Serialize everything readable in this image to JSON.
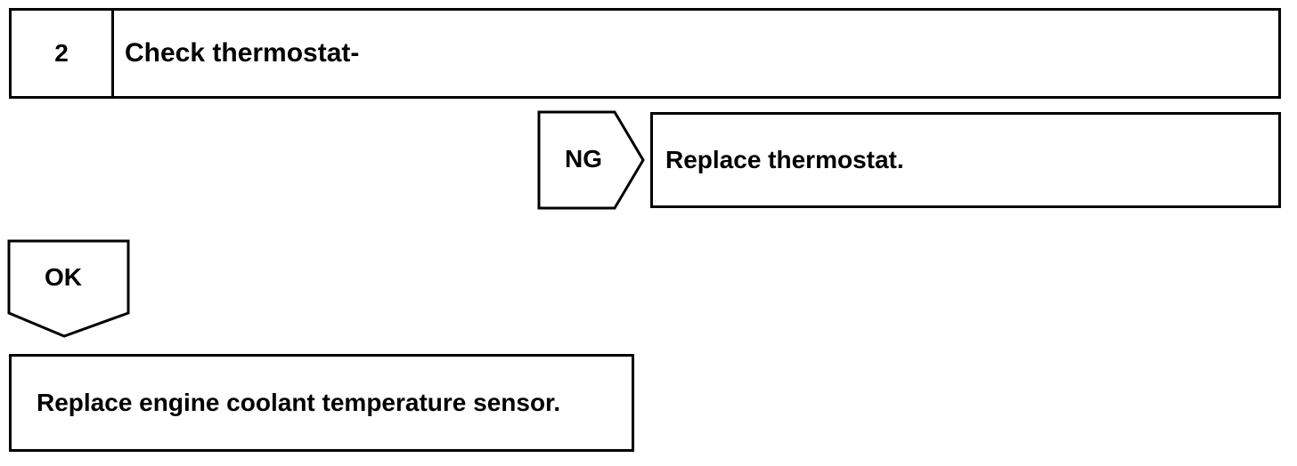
{
  "step": {
    "number": "2",
    "title": "Check thermostat-"
  },
  "ng_branch": {
    "label": "NG",
    "action": "Replace thermostat."
  },
  "ok_branch": {
    "label": "OK",
    "action": "Replace engine coolant temperature sensor."
  },
  "colors": {
    "line": "#000000",
    "background": "#ffffff"
  }
}
